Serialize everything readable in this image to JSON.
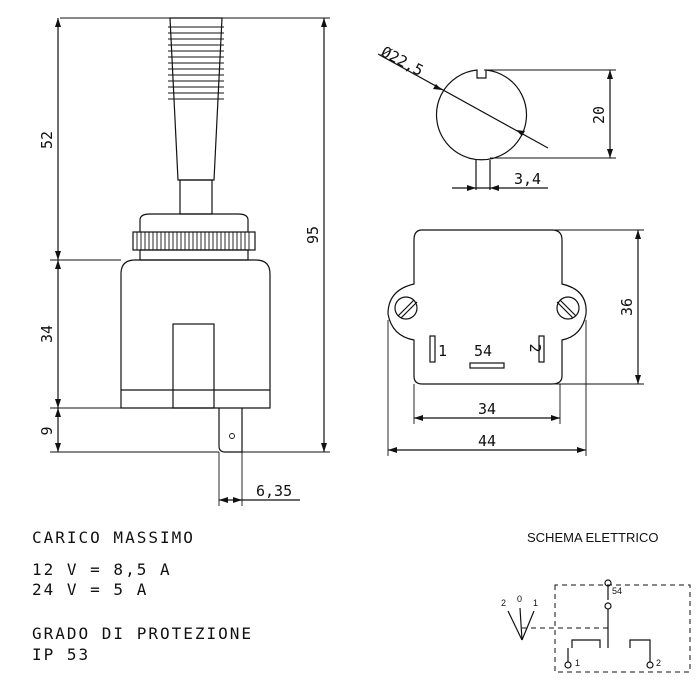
{
  "dimensions": {
    "lever_height": "52",
    "body_height": "34",
    "terminal_height": "9",
    "overall_height": "95",
    "terminal_width": "6,35",
    "hole_diameter": "Ø22,5",
    "hole_flat": "20",
    "key_width": "3,4",
    "base_height": "36",
    "pin_spacing": "34",
    "base_width": "44"
  },
  "base_labels": {
    "left_pin": "1",
    "center_pin": "54",
    "right_pin": "2"
  },
  "specs": {
    "load_title": "CARICO MASSIMO",
    "load_12v": "12 V = 8,5 A",
    "load_24v": "24 V = 5 A",
    "protection_title": "GRADO DI PROTEZIONE",
    "protection_value": "IP 53"
  },
  "schema": {
    "title": "SCHEMA ELETTRICO",
    "pos_2": "2",
    "pos_0": "0",
    "pos_1": "1",
    "term_54": "54",
    "term_1": "1",
    "term_2": "2"
  }
}
